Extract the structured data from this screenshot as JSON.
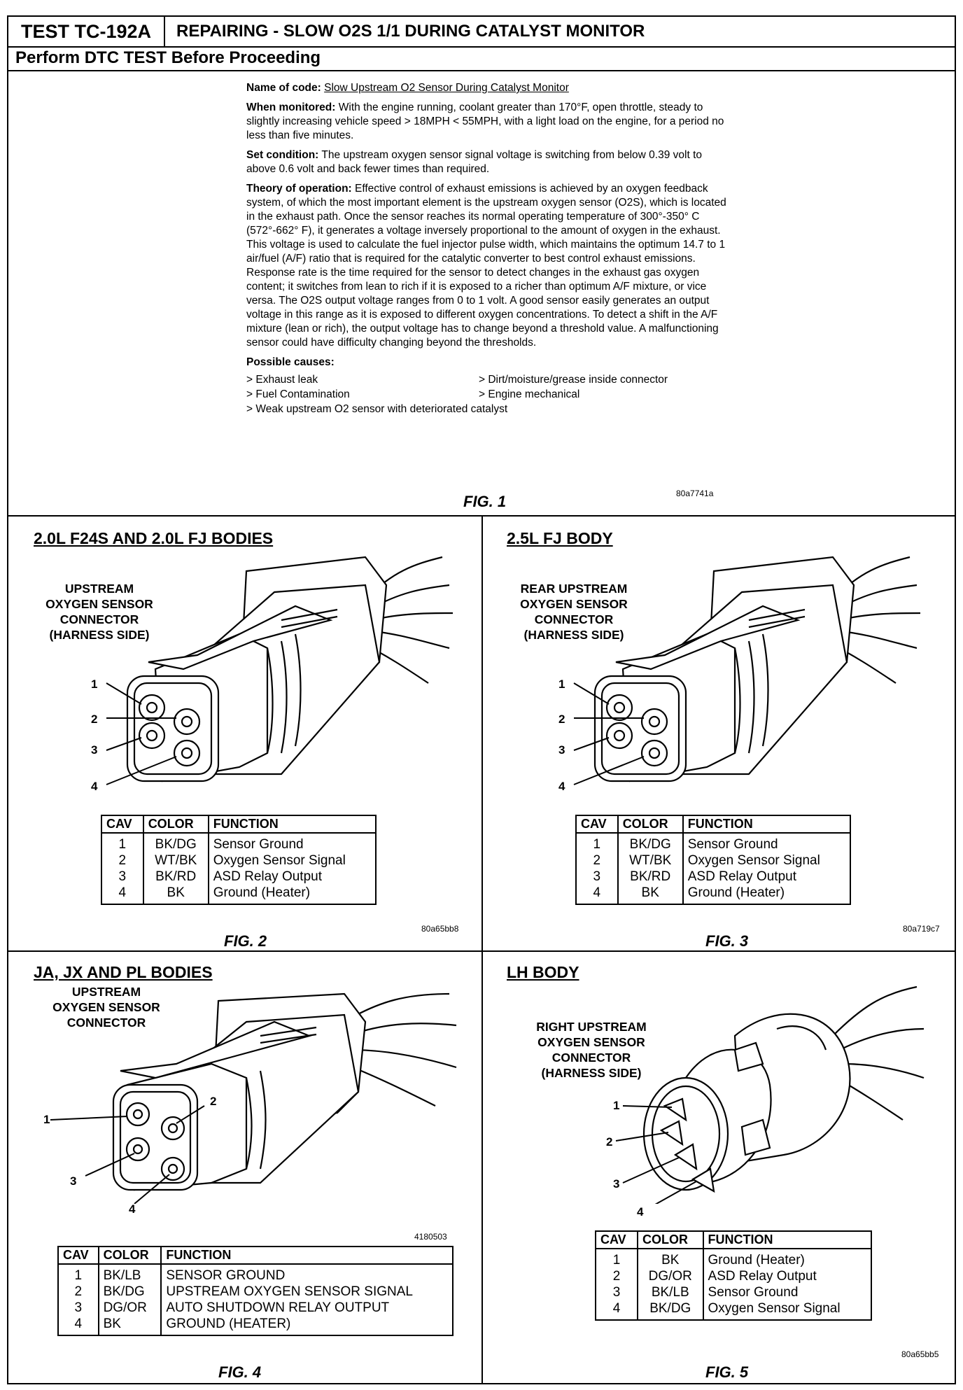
{
  "header": {
    "test_id": "TEST TC-192A",
    "title": "REPAIRING - SLOW O2S 1/1 DURING CATALYST MONITOR",
    "subtitle": "Perform DTC TEST Before Proceeding"
  },
  "fig1": {
    "name_label": "Name of code:",
    "name_value": "Slow Upstream O2 Sensor During Catalyst Monitor",
    "when_label": "When monitored:",
    "when_text": "With the engine running, coolant greater than 170°F, open throttle, steady to slightly increasing vehicle speed > 18MPH < 55MPH, with a light load on the engine, for a period no less than five minutes.",
    "set_label": "Set condition:",
    "set_text": "The upstream oxygen sensor signal voltage is switching from below 0.39 volt to above 0.6 volt and back fewer times than required.",
    "theory_label": "Theory of operation:",
    "theory_text": "Effective control of exhaust emissions is achieved by an oxygen feedback system, of which the most important element is the upstream oxygen sensor (O2S), which is located in the exhaust path. Once the sensor reaches its normal operating temperature of 300°-350° C (572°-662° F), it generates a voltage inversely proportional to the amount of oxygen in the exhaust. This voltage is used to calculate the fuel injector pulse width, which maintains the optimum 14.7 to 1 air/fuel (A/F) ratio that is required for the catalytic converter to best control exhaust emissions. Response rate is the time required for the sensor to detect changes in the exhaust gas oxygen content; it switches from lean to rich if it is exposed to a richer than optimum A/F mixture, or vice versa. The O2S output voltage ranges from 0 to 1 volt. A good sensor easily generates an output voltage in this range as it is exposed to different oxygen concentrations. To detect a shift in the A/F mixture (lean or rich), the output voltage has to change beyond a threshold value. A malfunctioning sensor could have difficulty changing beyond the thresholds.",
    "causes_label": "Possible causes:",
    "causes": [
      "> Exhaust leak",
      "> Dirt/moisture/grease inside connector",
      "> Fuel Contamination",
      "> Engine mechanical",
      "> Weak upstream O2 sensor with deteriorated catalyst"
    ],
    "caption": "FIG. 1",
    "code": "80a7741a"
  },
  "fig2": {
    "title": "2.0L F24S AND 2.0L FJ BODIES",
    "label": "UPSTREAM\nOXYGEN SENSOR\nCONNECTOR\n(HARNESS SIDE)",
    "pins": [
      "1",
      "2",
      "3",
      "4"
    ],
    "headers": [
      "CAV",
      "COLOR",
      "FUNCTION"
    ],
    "rows": [
      [
        "1",
        "BK/DG",
        "Sensor Ground"
      ],
      [
        "2",
        "WT/BK",
        "Oxygen Sensor Signal"
      ],
      [
        "3",
        "BK/RD",
        "ASD Relay Output"
      ],
      [
        "4",
        "BK",
        "Ground (Heater)"
      ]
    ],
    "caption": "FIG. 2",
    "code": "80a65bb8"
  },
  "fig3": {
    "title": "2.5L FJ BODY",
    "label": "REAR UPSTREAM\nOXYGEN SENSOR\nCONNECTOR\n(HARNESS SIDE)",
    "pins": [
      "1",
      "2",
      "3",
      "4"
    ],
    "headers": [
      "CAV",
      "COLOR",
      "FUNCTION"
    ],
    "rows": [
      [
        "1",
        "BK/DG",
        "Sensor Ground"
      ],
      [
        "2",
        "WT/BK",
        "Oxygen Sensor Signal"
      ],
      [
        "3",
        "BK/RD",
        "ASD Relay Output"
      ],
      [
        "4",
        "BK",
        "Ground (Heater)"
      ]
    ],
    "caption": "FIG. 3",
    "code": "80a719c7"
  },
  "fig4": {
    "title": "JA, JX AND PL BODIES",
    "label": "UPSTREAM\nOXYGEN SENSOR\nCONNECTOR",
    "pins": [
      "1",
      "2",
      "3",
      "4"
    ],
    "headers": [
      "CAV",
      "COLOR",
      "FUNCTION"
    ],
    "rows": [
      [
        "1",
        "BK/LB",
        "SENSOR GROUND"
      ],
      [
        "2",
        "BK/DG",
        "UPSTREAM OXYGEN SENSOR SIGNAL"
      ],
      [
        "3",
        "DG/OR",
        "AUTO SHUTDOWN RELAY OUTPUT"
      ],
      [
        "4",
        "BK",
        "GROUND (HEATER)"
      ]
    ],
    "caption": "FIG. 4",
    "code": "4180503"
  },
  "fig5": {
    "title": "LH BODY",
    "label": "RIGHT UPSTREAM\nOXYGEN SENSOR\nCONNECTOR\n(HARNESS SIDE)",
    "pins": [
      "1",
      "2",
      "3",
      "4"
    ],
    "headers": [
      "CAV",
      "COLOR",
      "FUNCTION"
    ],
    "rows": [
      [
        "1",
        "BK",
        "Ground (Heater)"
      ],
      [
        "2",
        "DG/OR",
        "ASD Relay Output"
      ],
      [
        "3",
        "BK/LB",
        "Sensor Ground"
      ],
      [
        "4",
        "BK/DG",
        "Oxygen Sensor Signal"
      ]
    ],
    "caption": "FIG. 5",
    "code": "80a65bb5"
  }
}
